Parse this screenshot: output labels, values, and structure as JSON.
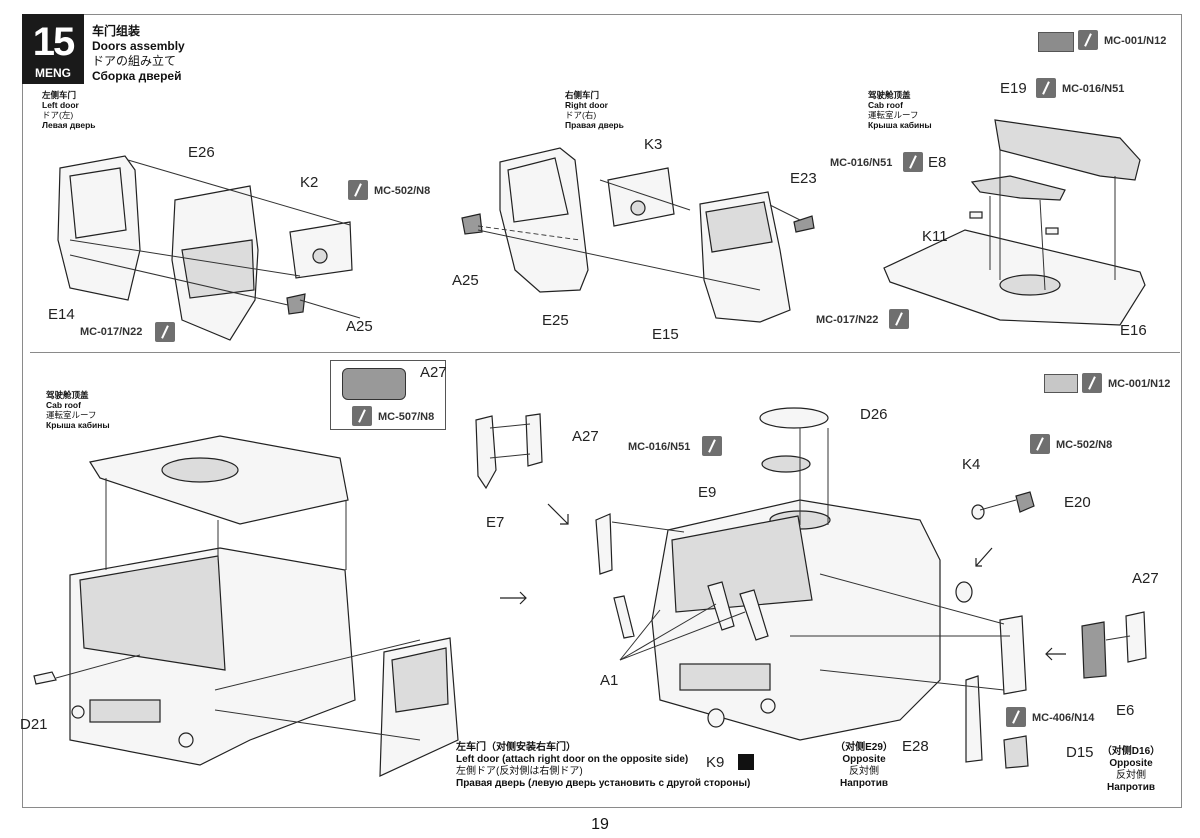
{
  "step": {
    "number": "15",
    "brand": "MENG"
  },
  "title": {
    "zh": "车门组装",
    "en": "Doors assembly",
    "ja": "ドアの組み立て",
    "ru": "Сборка дверей"
  },
  "sections": {
    "left_door": {
      "zh": "左侧车门",
      "en": "Left door",
      "ja": "ドア(左)",
      "ru": "Левая дверь"
    },
    "right_door": {
      "zh": "右侧车门",
      "en": "Right door",
      "ja": "ドア(右)",
      "ru": "Правая дверь"
    },
    "cab_roof_top": {
      "zh": "驾驶舱顶盖",
      "en": "Cab roof",
      "ja": "運転室ルーフ",
      "ru": "Крыша кабины"
    },
    "cab_roof_bottom": {
      "zh": "驾驶舱顶盖",
      "en": "Cab roof",
      "ja": "運転室ルーフ",
      "ru": "Крыша кабины"
    }
  },
  "paints": {
    "top_right": "MC-001/N12",
    "bottom_right": "MC-001/N12",
    "mc502_a": "MC-502/N8",
    "mc017_a": "MC-017/N22",
    "mc016_e19": "MC-016/N51",
    "mc016_e8": "MC-016/N51",
    "mc017_b": "MC-017/N22",
    "mc507": "MC-507/N8",
    "mc016_e9": "MC-016/N51",
    "mc502_b": "MC-502/N8",
    "mc406": "MC-406/N14"
  },
  "parts": {
    "e26": "E26",
    "k2": "K2",
    "e14": "E14",
    "a25_left": "A25",
    "k3": "K3",
    "e23": "E23",
    "a25_right": "A25",
    "e25": "E25",
    "e15": "E15",
    "e19": "E19",
    "e8": "E8",
    "k11": "K11",
    "e16": "E16",
    "a27_inset": "A27",
    "d21": "D21",
    "a27_mid": "A27",
    "e7": "E7",
    "d26": "D26",
    "e9": "E9",
    "k4": "K4",
    "e20": "E20",
    "a27_right": "A27",
    "e6": "E6",
    "a1": "A1",
    "k9": "K9",
    "e28": "E28",
    "d15": "D15"
  },
  "notes": {
    "left_door_opposite": {
      "zh": "左车门（对侧安装右车门）",
      "en": "Left door (attach right door on the opposite side)",
      "ja": "左側ドア(反対側は右側ドア)",
      "ru": "Правая дверь (левую дверь установить с другой стороны)"
    },
    "e28_opposite": {
      "zh": "（对侧E29）",
      "en": "Opposite",
      "ja": "反対側",
      "ru": "Напротив"
    },
    "d15_opposite": {
      "zh": "（对侧D16）",
      "en": "Opposite",
      "ja": "反対側",
      "ru": "Напротив"
    }
  },
  "page_number": "19"
}
